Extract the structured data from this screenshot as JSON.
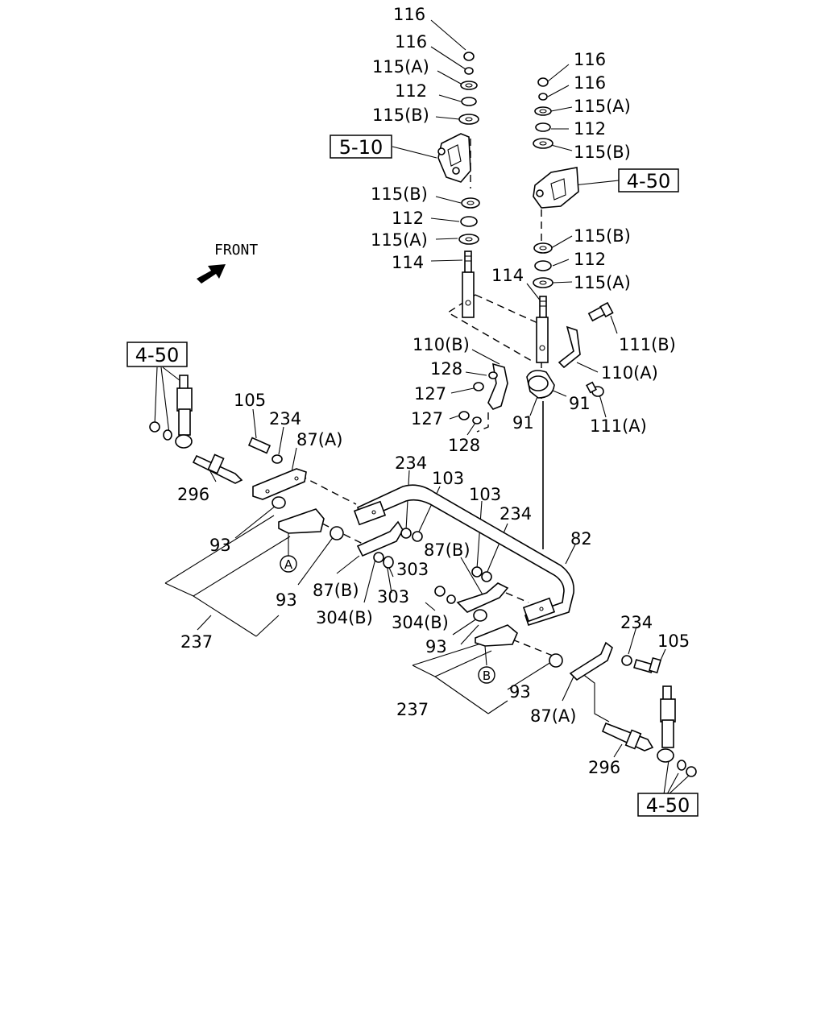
{
  "front_label": "FRONT",
  "ref_boxes": [
    "5-10",
    "4-50",
    "4-50",
    "4-50"
  ],
  "circle_markers": [
    "A",
    "B"
  ],
  "labels": {
    "l116a": "116",
    "l116b": "116",
    "l115a1": "115(A)",
    "l112a": "112",
    "l115b1": "115(B)",
    "l115b2": "115(B)",
    "l112b": "112",
    "l115a2": "115(A)",
    "l114a": "114",
    "r116a": "116",
    "r116b": "116",
    "r115a1": "115(A)",
    "r112a": "112",
    "r115b1": "115(B)",
    "r115b2": "115(B)",
    "r112b": "112",
    "r115a2": "115(A)",
    "r114": "114",
    "l110b": "110(B)",
    "l111b": "111(B)",
    "l128a": "128",
    "l110a": "110(A)",
    "l127a": "127",
    "l91a": "91",
    "l127b": "127",
    "l91b": "91",
    "l111a": "111(A)",
    "l128b": "128",
    "l105a": "105",
    "l234a": "234",
    "l87a1": "87(A)",
    "l296a": "296",
    "l234b": "234",
    "l103a": "103",
    "l103b": "103",
    "l234c": "234",
    "l82": "82",
    "l93a": "93",
    "l87b1": "87(B)",
    "l303a": "303",
    "l87b2": "87(B)",
    "l303b": "303",
    "l93b": "93",
    "l304b1": "304(B)",
    "l304b2": "304(B)",
    "l237a": "237",
    "l93c": "93",
    "l234d": "234",
    "l105b": "105",
    "l93d": "93",
    "l237b": "237",
    "l87a2": "87(A)",
    "l296b": "296"
  }
}
